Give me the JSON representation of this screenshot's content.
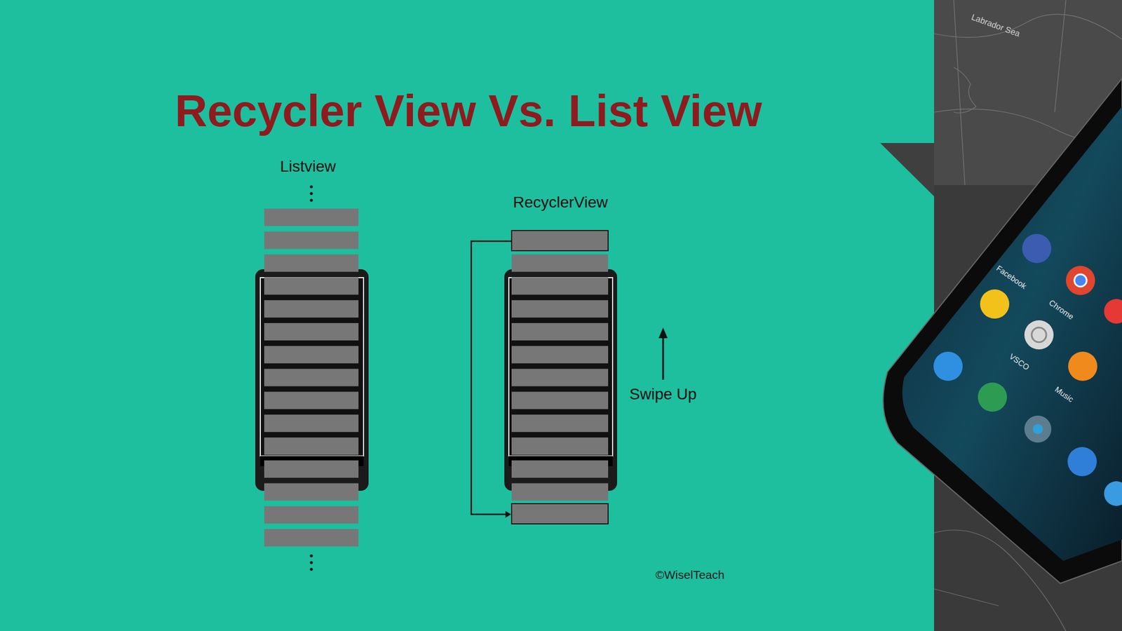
{
  "diagram": {
    "title": "Recycler View Vs. List View",
    "labels": [
      "Listview",
      "RecyclerView",
      "Swipe Up",
      "©WiselTeach",
      "Labrador Sea",
      "Facebook",
      "Chrome",
      "VSCO",
      "Music"
    ]
  }
}
